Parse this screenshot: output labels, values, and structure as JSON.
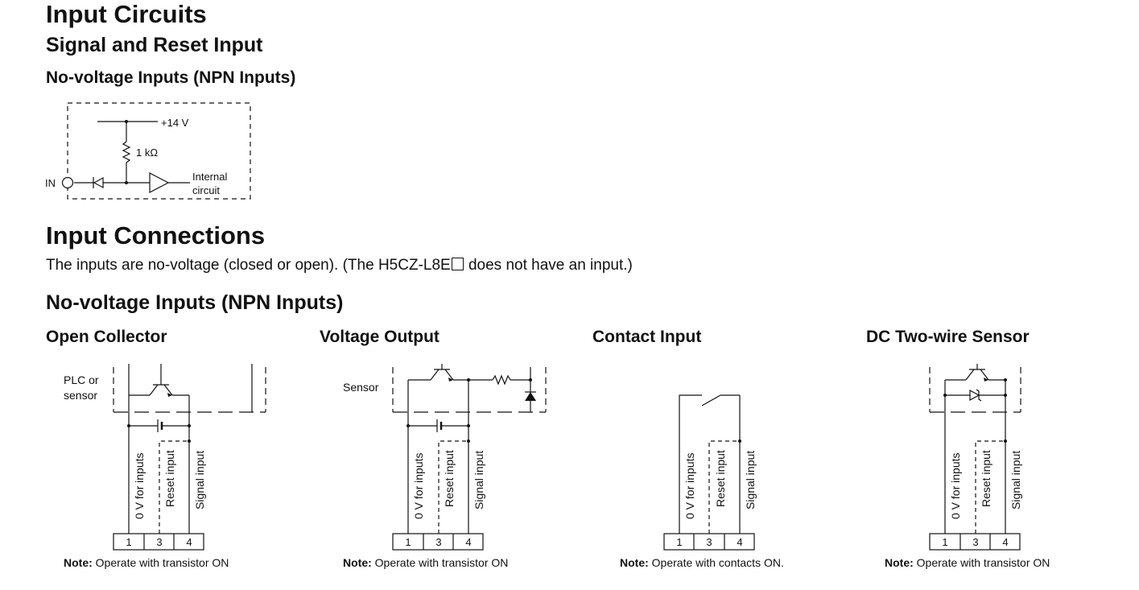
{
  "headings": {
    "input_circuits": "Input Circuits",
    "signal_reset": "Signal and Reset Input",
    "no_voltage_npn_1": "No-voltage Inputs (NPN Inputs)",
    "input_connections": "Input Connections",
    "description_part1": "The inputs are no-voltage (closed or open). (The H5CZ-L8E",
    "description_part2": " does not have an input.)",
    "no_voltage_npn_2": "No-voltage Inputs (NPN Inputs)"
  },
  "circuit": {
    "supply": "+14 V",
    "resistor": "1 kΩ",
    "in_label": "IN",
    "internal_1": "Internal",
    "internal_2": "circuit"
  },
  "panels": [
    {
      "title": "Open Collector",
      "device_label_1": "PLC or",
      "device_label_2": "sensor",
      "note_bold": "Note:",
      "note_text": " Operate with transistor ON"
    },
    {
      "title": "Voltage Output",
      "device_label_1": "Sensor",
      "note_bold": "Note:",
      "note_text": " Operate with transistor ON"
    },
    {
      "title": "Contact Input",
      "note_bold": "Note:",
      "note_text": " Operate with contacts ON."
    },
    {
      "title": "DC Two-wire Sensor",
      "note_bold": "Note:",
      "note_text": " Operate with transistor ON"
    }
  ],
  "wire_labels": [
    "0 V for inputs",
    "Reset input",
    "Signal input"
  ],
  "terminals": [
    "1",
    "3",
    "4"
  ]
}
